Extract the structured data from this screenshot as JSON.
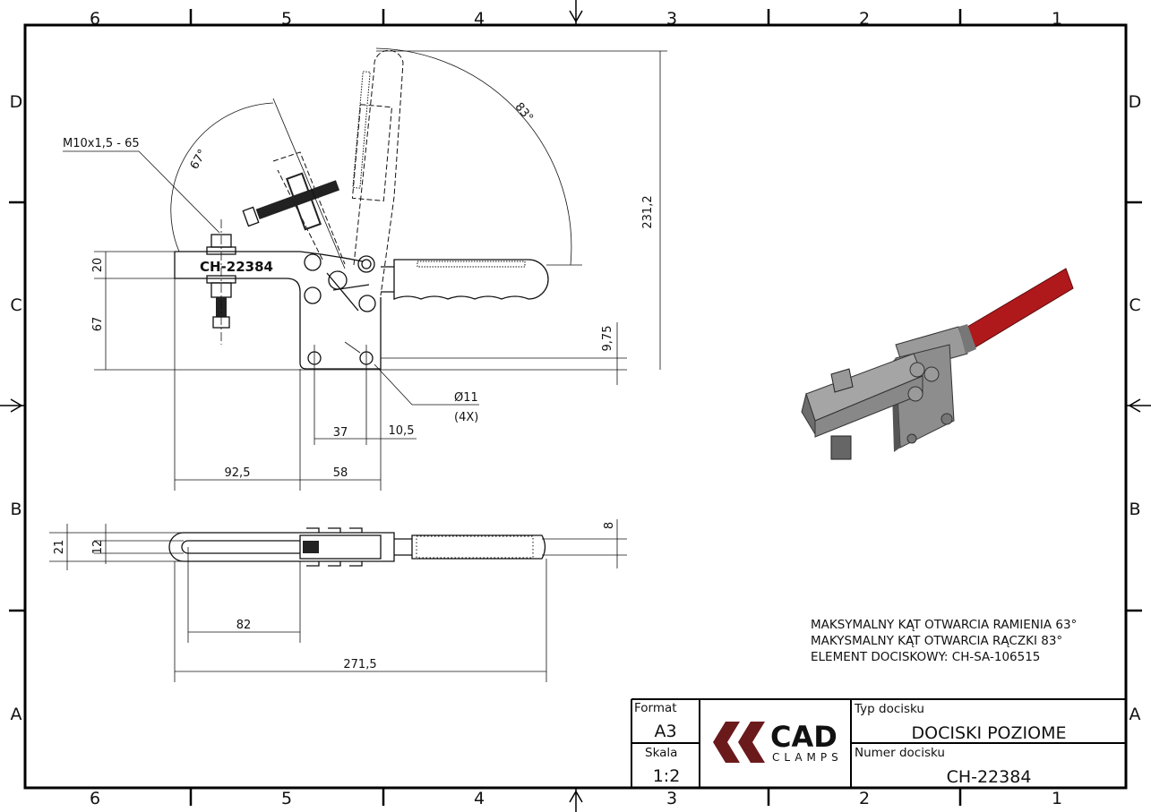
{
  "zones": {
    "columns": [
      "6",
      "5",
      "4",
      "3",
      "2",
      "1"
    ],
    "rows": [
      "D",
      "C",
      "B",
      "A"
    ]
  },
  "front_view": {
    "part_label": "CH-22384",
    "thread_callout": "M10x1,5 - 65",
    "angle_arm": "67°",
    "angle_handle": "83°",
    "dim_height_total": "231,2",
    "dim_arm_thickness": "20",
    "dim_base_height": "67",
    "dim_hole_offset": "9,75",
    "hole_callout": "Ø11",
    "hole_count": "(4X)",
    "dim_hole_spacing": "37",
    "dim_hole_edge": "10,5",
    "dim_arm_length": "92,5",
    "dim_base_width": "58"
  },
  "top_view": {
    "dim_width": "21",
    "dim_slot": "12",
    "dim_handle": "8",
    "dim_slot_length": "82",
    "dim_overall_length": "271,5"
  },
  "notes": [
    "MAKSYMALNY KĄT OTWARCIA RAMIENIA 63°",
    "MAKYSMALNY KĄT OTWARCIA RĄCZKI 83°",
    "ELEMENT DOCISKOWY: CH-SA-106515"
  ],
  "title_block": {
    "format_label": "Format",
    "format_value": "A3",
    "scale_label": "Skala",
    "scale_value": "1:2",
    "logo_main": "CAD",
    "logo_sub": "CLAMPS",
    "type_label": "Typ docisku",
    "type_value": "DOCISKI POZIOME",
    "number_label": "Numer docisku",
    "number_value": "CH-22384"
  },
  "colors": {
    "logo": "#6b1a1c",
    "handle": "#b0191c",
    "metal": "#8a8a8a"
  }
}
